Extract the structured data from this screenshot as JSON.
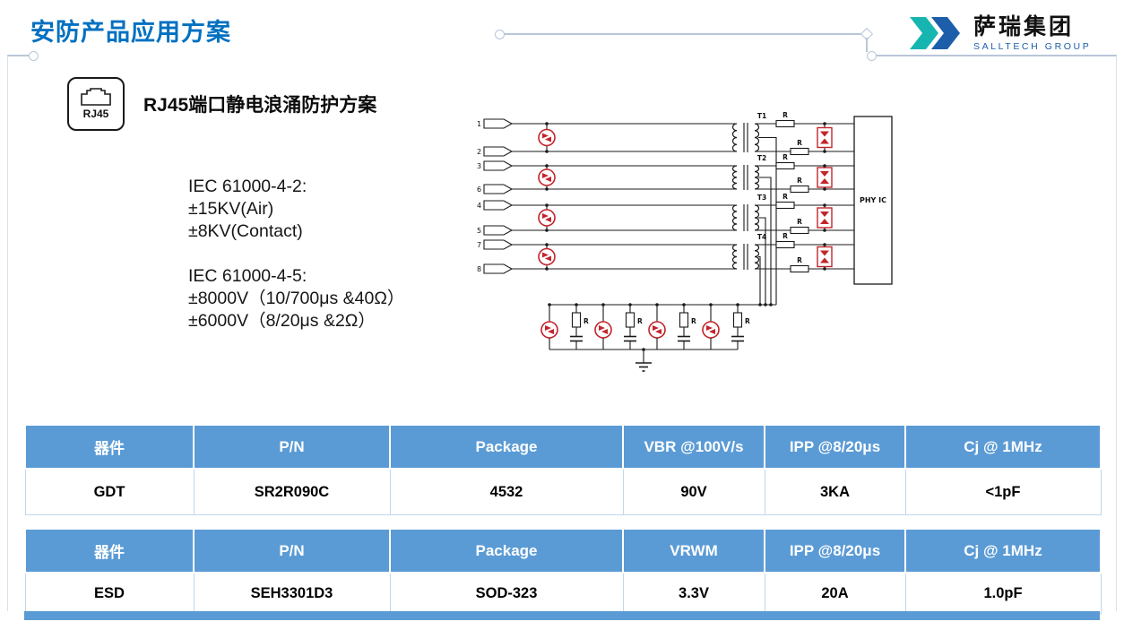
{
  "slide": {
    "title": "安防产品应用方案",
    "logo": {
      "name_cn": "萨瑞集团",
      "name_en": "SALLTECH GROUP"
    },
    "section": {
      "icon_label": "RJ45",
      "heading": "RJ45端口静电浪涌防护方案",
      "specs": [
        "IEC 61000-4-2:",
        "±15KV(Air)",
        "±8KV(Contact)",
        "",
        "IEC 61000-4-5:",
        "±8000V（10/700μs &40Ω）",
        "±6000V（8/20μs &2Ω）"
      ]
    },
    "diagram": {
      "pins": [
        "1",
        "2",
        "3",
        "6",
        "4",
        "5",
        "7",
        "8"
      ],
      "transformers": [
        "T1",
        "T2",
        "T3",
        "T4"
      ],
      "resistor_label": "R",
      "ic_label": "PHY IC"
    },
    "tables": [
      {
        "headers": [
          "器件",
          "P/N",
          "Package",
          "VBR @100V/s",
          "IPP @8/20μs",
          "Cj @ 1MHz"
        ],
        "rows": [
          [
            "GDT",
            "SR2R090C",
            "4532",
            "90V",
            "3KA",
            "<1pF"
          ]
        ]
      },
      {
        "headers": [
          "器件",
          "P/N",
          "Package",
          "VRWM",
          "IPP @8/20μs",
          "Cj @ 1MHz"
        ],
        "rows": [
          [
            "ESD",
            "SEH3301D3",
            "SOD-323",
            "3.3V",
            "20A",
            "1.0pF"
          ]
        ]
      }
    ],
    "colors": {
      "accent": "#0070C0",
      "table_header": "#5B9BD5",
      "table_border": "#BDD7EE",
      "component_red": "#C3242B",
      "wire": "#1A1A1A",
      "deco": "#B9C6D8",
      "logo_teal": "#17B5B0",
      "logo_blue": "#1C5EA9"
    }
  }
}
